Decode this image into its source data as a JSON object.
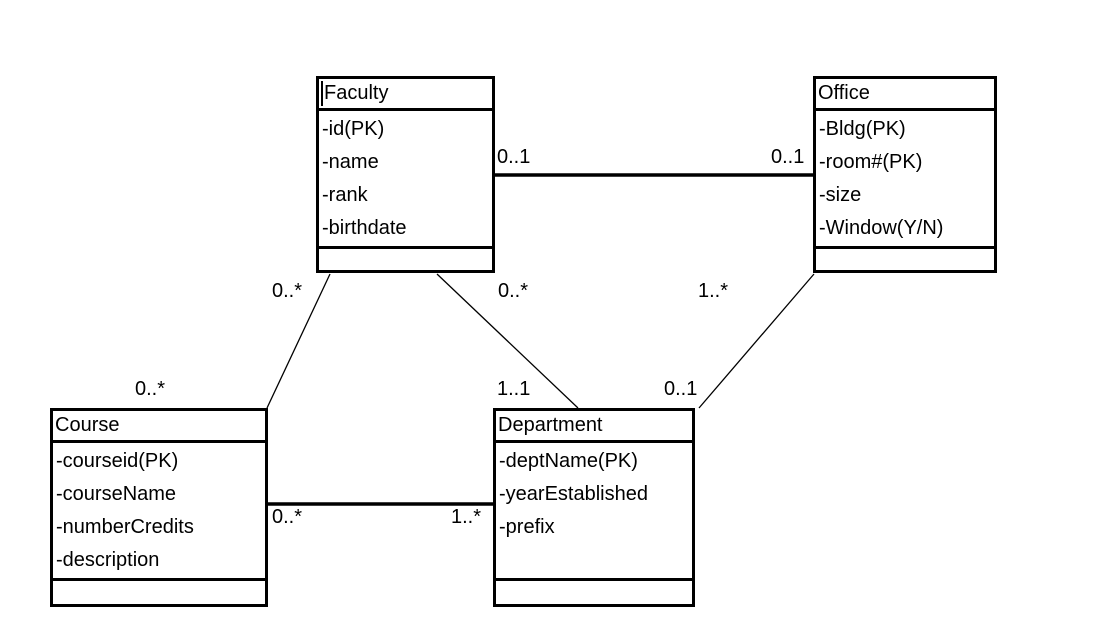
{
  "diagram": {
    "kind": "uml-class-diagram",
    "background_color": "#ffffff",
    "line_color": "#000000",
    "text_color": "#000000"
  },
  "entities": {
    "faculty": {
      "name": "Faculty",
      "attributes": [
        "-id(PK)",
        "-name",
        "-rank",
        "-birthdate"
      ]
    },
    "office": {
      "name": "Office",
      "attributes": [
        "-Bldg(PK)",
        "-room#(PK)",
        "-size",
        "-Window(Y/N)"
      ]
    },
    "course": {
      "name": "Course",
      "attributes": [
        "-courseid(PK)",
        "-courseName",
        "-numberCredits",
        "-description"
      ]
    },
    "department": {
      "name": "Department",
      "attributes": [
        "-deptName(PK)",
        "-yearEstablished",
        "-prefix"
      ]
    }
  },
  "relationships": [
    {
      "from": "Faculty",
      "to": "Office",
      "from_multiplicity": "0..1",
      "to_multiplicity": "0..1"
    },
    {
      "from": "Faculty",
      "to": "Course",
      "from_multiplicity": "0..*",
      "to_multiplicity": "0..*"
    },
    {
      "from": "Faculty",
      "to": "Department",
      "from_multiplicity": "0..*",
      "to_multiplicity": "1..1"
    },
    {
      "from": "Office",
      "to": "Department",
      "from_multiplicity": "1..*",
      "to_multiplicity": "0..1"
    },
    {
      "from": "Course",
      "to": "Department",
      "from_multiplicity": "0..*",
      "to_multiplicity": "1..*"
    }
  ]
}
